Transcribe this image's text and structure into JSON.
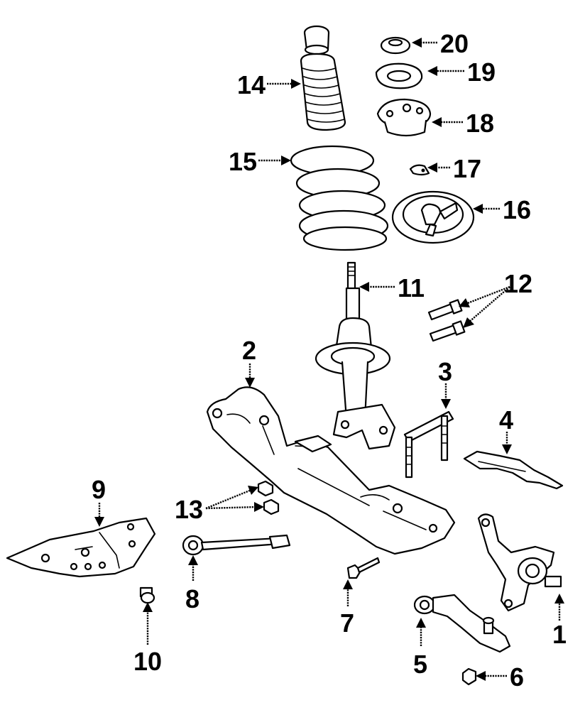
{
  "callouts": [
    {
      "id": "1",
      "label": "1"
    },
    {
      "id": "2",
      "label": "2"
    },
    {
      "id": "3",
      "label": "3"
    },
    {
      "id": "4",
      "label": "4"
    },
    {
      "id": "5",
      "label": "5"
    },
    {
      "id": "6",
      "label": "6"
    },
    {
      "id": "7",
      "label": "7"
    },
    {
      "id": "8",
      "label": "8"
    },
    {
      "id": "9",
      "label": "9"
    },
    {
      "id": "10",
      "label": "10"
    },
    {
      "id": "11",
      "label": "11"
    },
    {
      "id": "12",
      "label": "12"
    },
    {
      "id": "13",
      "label": "13"
    },
    {
      "id": "14",
      "label": "14"
    },
    {
      "id": "15",
      "label": "15"
    },
    {
      "id": "16",
      "label": "16"
    },
    {
      "id": "17",
      "label": "17"
    },
    {
      "id": "18",
      "label": "18"
    },
    {
      "id": "19",
      "label": "19"
    },
    {
      "id": "20",
      "label": "20"
    }
  ],
  "colors": {
    "line": "#000000",
    "background": "#ffffff"
  }
}
